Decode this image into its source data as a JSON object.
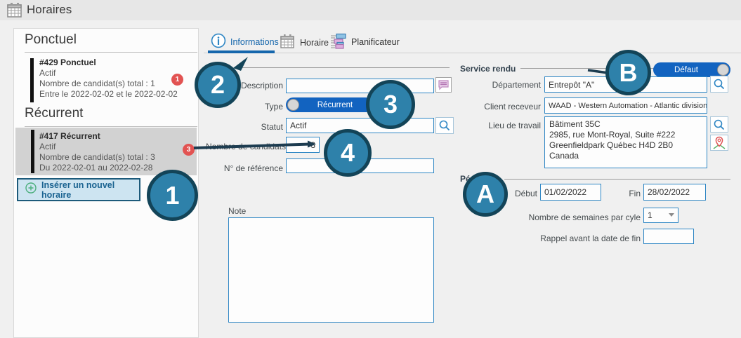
{
  "header": {
    "title": "Horaires"
  },
  "sidebar": {
    "sections": [
      {
        "title": "Ponctuel",
        "items": [
          {
            "title": "#429 Ponctuel",
            "status": "Actif",
            "candidates": "Nombre de candidat(s) total : 1",
            "dates": "Entre le 2022-02-02 et le 2022-02-02",
            "badge": "1"
          }
        ]
      },
      {
        "title": "Récurrent",
        "items": [
          {
            "title": "#417 Récurrent",
            "status": "Actif",
            "candidates": "Nombre de candidat(s) total : 3",
            "dates": "Du 2022-02-01 au 2022-02-28",
            "badge": "3"
          }
        ]
      }
    ],
    "insert_button": "Insérer un nouvel horaire"
  },
  "tabs": {
    "informations": "Informations",
    "horaire": "Horaire",
    "planificateur": "Planificateur"
  },
  "form": {
    "description_label": "Description",
    "description_value": "",
    "type_label": "Type",
    "type_value": "Récurrent",
    "statut_label": "Statut",
    "statut_value": "Actif",
    "candidates_label": "Nombre de candidats",
    "candidates_value": "3",
    "reference_label": "N° de référence",
    "reference_value": "",
    "note_label": "Note",
    "note_value": ""
  },
  "service": {
    "section_title": "Service rendu",
    "defaut_toggle": "Défaut",
    "departement_label": "Département",
    "departement_value": "Entrepôt \"A\"",
    "client_label": "Client receveur",
    "client_value": "WAAD - Western Automation - Atlantic division",
    "lieu_label": "Lieu de travail",
    "lieu_value": "Bâtiment 35C\n2985, rue Mont-Royal, Suite #222\nGreenfieldpark Québec H4D 2B0\nCanada"
  },
  "periode": {
    "section_title": "Période",
    "debut_label": "Début",
    "debut_value": "01/02/2022",
    "fin_label": "Fin",
    "fin_value": "28/02/2022",
    "semaines_label": "Nombre de semaines par cyle",
    "semaines_value": "1",
    "rappel_label": "Rappel avant la date de fin",
    "rappel_value": ""
  },
  "callouts": {
    "one": "1",
    "two": "2",
    "three": "3",
    "four": "4",
    "a": "A",
    "b": "B"
  },
  "colors": {
    "accent_blue": "#1263c0",
    "field_border": "#2e86c4",
    "callout_fill": "#2e81aa",
    "callout_ring": "#134458",
    "badge_red": "#e25352",
    "active_tab": "#1566ac"
  }
}
